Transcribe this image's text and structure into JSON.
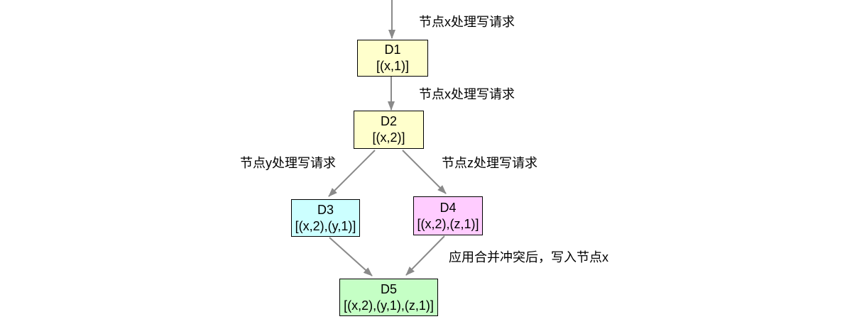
{
  "nodes": [
    {
      "id": "D1",
      "vector": "[(x,1)]",
      "color": "#FFFFCC"
    },
    {
      "id": "D2",
      "vector": "[(x,2)]",
      "color": "#FFFFCC"
    },
    {
      "id": "D3",
      "vector": "[(x,2),(y,1)]",
      "color": "#CCFFFF"
    },
    {
      "id": "D4",
      "vector": "[(x,2),(z,1)]",
      "color": "#FFCCFF"
    },
    {
      "id": "D5",
      "vector": "[(x,2),(y,1),(z,1)]",
      "color": "#C5FFC5"
    }
  ],
  "edge_labels": {
    "client_to_d1": "节点x处理写请求",
    "d1_to_d2": "节点x处理写请求",
    "d2_to_d3": "节点y处理写请求",
    "d2_to_d4": "节点z处理写请求",
    "merge_to_d5": "应用合并冲突后，写入节点x"
  },
  "colors": {
    "arrow": "#8a8a8a",
    "node_border": "#000000",
    "text": "#000000"
  }
}
